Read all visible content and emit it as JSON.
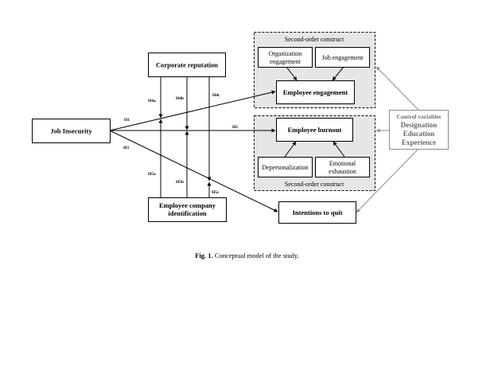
{
  "figure": {
    "caption_label": "Fig. 1.",
    "caption_text": " Conceptual model of the study."
  },
  "constructs": {
    "job_insecurity": "Job Insecurity",
    "corporate_reputation": "Corporate reputation",
    "employee_company_identification_line1": "Employee company",
    "employee_company_identification_line2": "identification",
    "employee_engagement": "Employee engagement",
    "employee_burnout": "Employee burnout",
    "intentions_to_quit": "Intentions to quit"
  },
  "second_order": {
    "engagement_group_label": "Second-order construct",
    "burnout_group_label": "Second-order construct",
    "organization_engagement_line1": "Organization",
    "organization_engagement_line2": "engagement",
    "job_engagement": "Job engagement",
    "depersonalization": "Depersonalization",
    "emotional_exhaustion_line1": "Emotional",
    "emotional_exhaustion_line2": "exhaustion"
  },
  "control_variables": {
    "title": "Control variables",
    "items": [
      "Designation",
      "Education",
      "Experience"
    ]
  },
  "hypotheses": {
    "h1": "H1",
    "h2": "H2",
    "h3": "H3",
    "h4a": "H4a",
    "h4b": "H4b",
    "h4c": "H4c",
    "h5a": "H5a",
    "h5b": "H5b",
    "h5c": "H5c"
  },
  "colors": {
    "line": "#000000",
    "group_fill": "#e6e6e6",
    "control": "#8a8a8a",
    "control_text": "#6a6a6a"
  }
}
